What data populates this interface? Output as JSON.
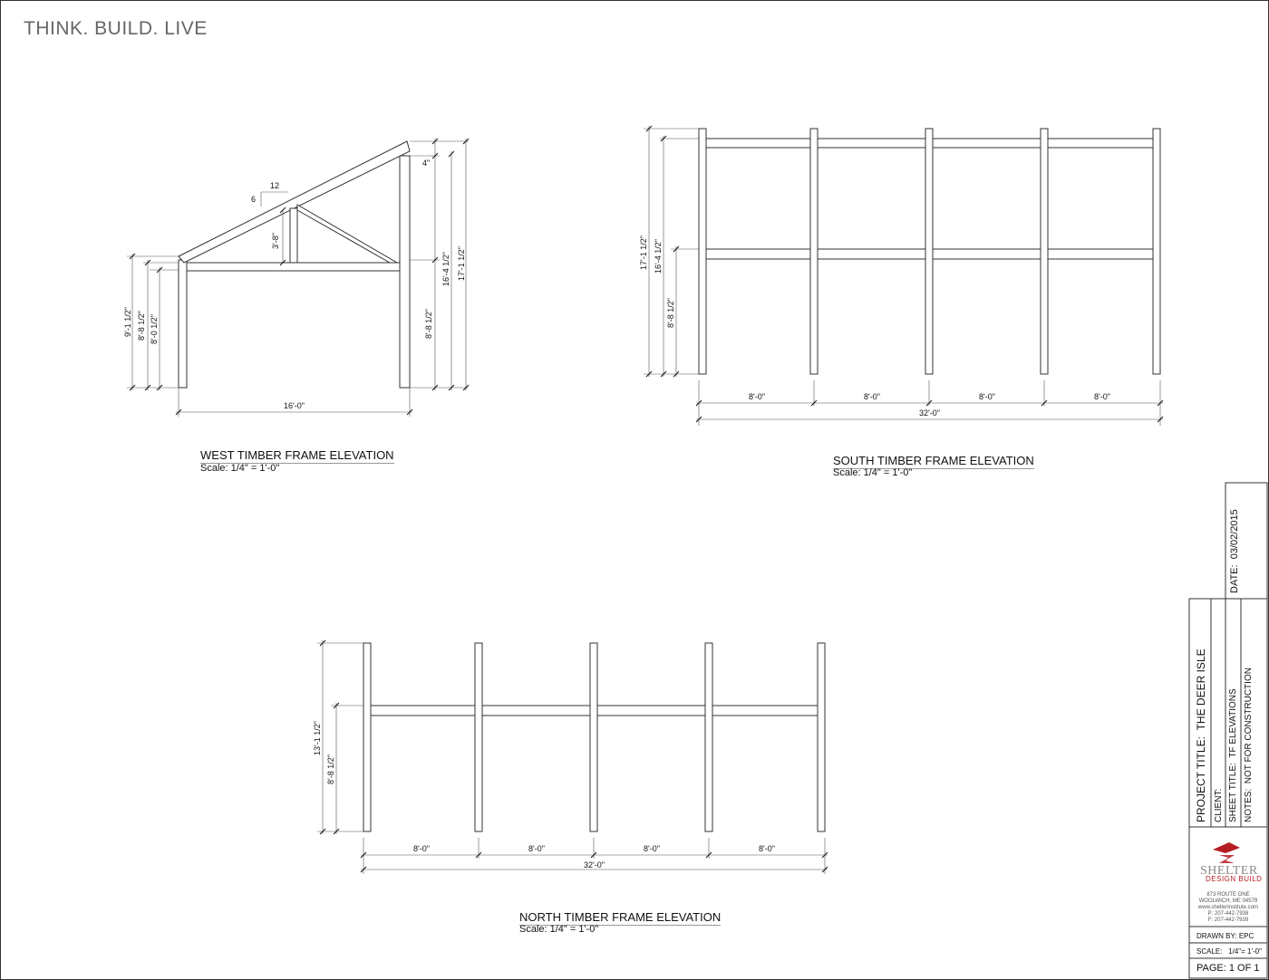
{
  "tagline": "THINK. BUILD. LIVE",
  "west": {
    "title": "WEST TIMBER FRAME ELEVATION",
    "scale": "Scale: 1/4\" = 1'-0\"",
    "pitch_run": "12",
    "pitch_rise": "6",
    "dims": {
      "kingpost": "3'-8\"",
      "top_offset": "4\"",
      "left_9": "9'-1 1/2\"",
      "left_8a": "8'-8 1/2\"",
      "left_8b": "8'-0 1/2\"",
      "right_8": "8'-8 1/2\"",
      "right_16": "16'-4 1/2\"",
      "right_17": "17'-1 1/2\"",
      "width": "16'-0\""
    }
  },
  "south": {
    "title": "SOUTH TIMBER FRAME ELEVATION",
    "scale": "Scale: 1/4\" = 1'-0\"",
    "dims": {
      "h17": "17'-1 1/2\"",
      "h16": "16'-4 1/2\"",
      "h8": "8'-8 1/2\"",
      "bay1": "8'-0\"",
      "bay2": "8'-0\"",
      "bay3": "8'-0\"",
      "bay4": "8'-0\"",
      "total": "32'-0\""
    }
  },
  "north": {
    "title": "NORTH TIMBER FRAME ELEVATION",
    "scale": "Scale: 1/4\" = 1'-0\"",
    "dims": {
      "h13": "13'-1 1/2\"",
      "h8": "8'-8 1/2\"",
      "bay1": "8'-0\"",
      "bay2": "8'-0\"",
      "bay3": "8'-0\"",
      "bay4": "8'-0\"",
      "total": "32'-0\""
    }
  },
  "title_block": {
    "date_label": "DATE:",
    "date_value": "03/02/2015",
    "project_label": "PROJECT TITLE:",
    "project_value": "THE DEER ISLE",
    "client_label": "CLIENT:",
    "sheet_label": "SHEET TITLE:",
    "sheet_value": "TF ELEVATIONS",
    "notes_label": "NOTES:",
    "notes_value": "NOT FOR CONSTRUCTION",
    "logo_name": "SHELTER",
    "logo_sub": "DESIGN BUILD",
    "address": [
      "873 ROUTE ONE",
      "WOOLWICH, ME 04579",
      "www.shelterinstitute.com",
      "P: 207-442-7938",
      "F: 207-442-7939"
    ],
    "drawn_by": "DRAWN BY: EPC",
    "scale_label": "SCALE:",
    "scale_value": "1/4\"= 1'-0\"",
    "page": "PAGE: 1  OF  1"
  },
  "colors": {
    "line": "#333333",
    "logo_red": "#b51d24"
  }
}
